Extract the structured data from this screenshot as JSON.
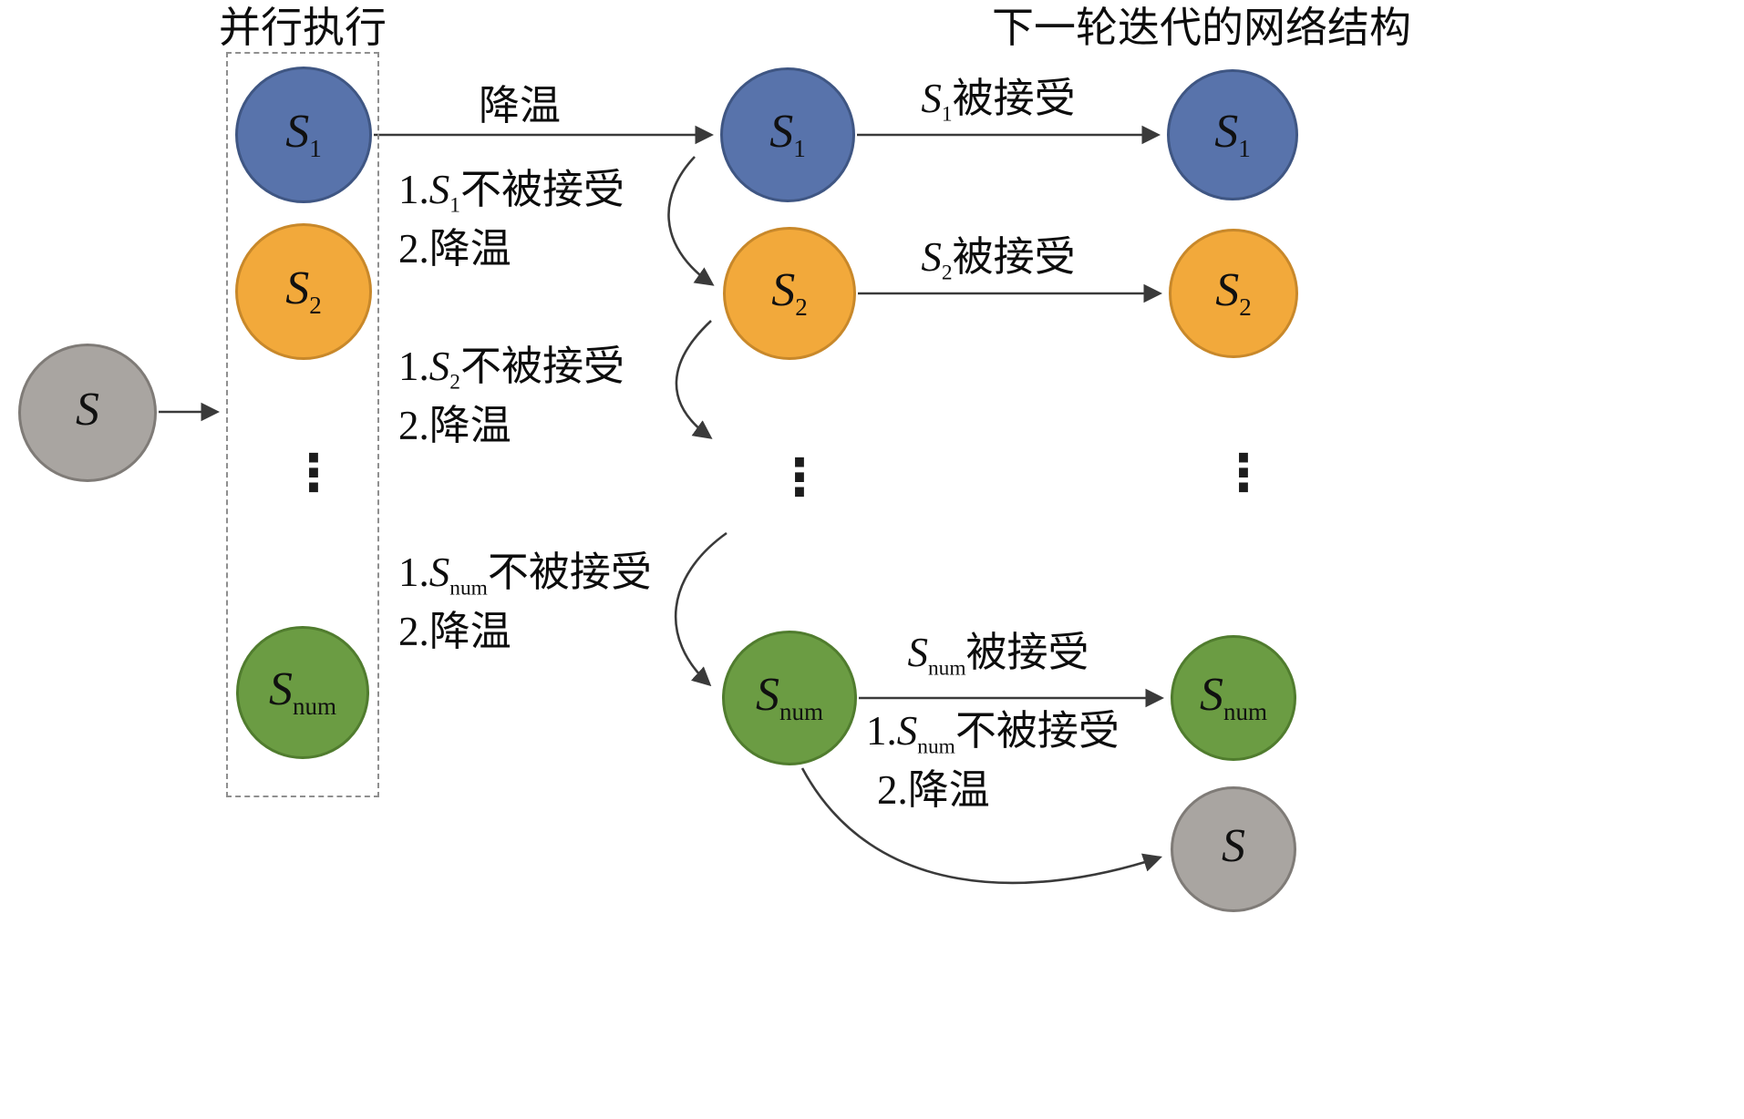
{
  "titles": {
    "parallel": "并行执行",
    "next_iteration": "下一轮迭代的网络结构"
  },
  "labels": {
    "s": {
      "base": "S",
      "sub": ""
    },
    "s1": {
      "base": "S",
      "sub": "1"
    },
    "s2": {
      "base": "S",
      "sub": "2"
    },
    "snum": {
      "base": "S",
      "sub": "num"
    }
  },
  "edge_labels": {
    "cooling": "降温",
    "accept_s1": {
      "base": "S",
      "sub": "1",
      "suffix": "被接受"
    },
    "accept_s2": {
      "base": "S",
      "sub": "2",
      "suffix": "被接受"
    },
    "accept_snum": {
      "base": "S",
      "sub": "num",
      "suffix": "被接受"
    },
    "reject_s1": {
      "prefix": "1.",
      "base": "S",
      "sub": "1",
      "suffix": "不被接受",
      "line2": "2.降温"
    },
    "reject_s2": {
      "prefix": "1.",
      "base": "S",
      "sub": "2",
      "suffix": "不被接受",
      "line2": "2.降温"
    },
    "reject_snum": {
      "prefix": "1.",
      "base": "S",
      "sub": "num",
      "suffix": "不被接受",
      "line2": "2.降温"
    },
    "reject_snum_right": {
      "prefix": "1.",
      "base": "S",
      "sub": "num",
      "suffix": "不被接受",
      "line2": "2.降温"
    }
  },
  "ellipsis": "⋮",
  "colors": {
    "node_blue": "#5873ab",
    "node_orange": "#f2a93b",
    "node_green": "#6b9c43",
    "node_gray": "#a9a5a1",
    "arrow": "#3a3a3a"
  }
}
